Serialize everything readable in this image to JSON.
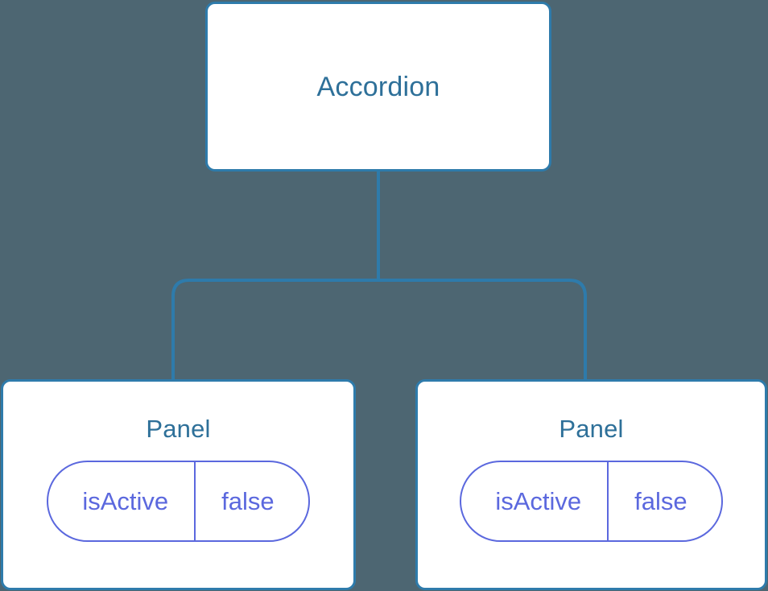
{
  "diagram": {
    "type": "component-tree",
    "background_color": "#4d6672",
    "node_fill_color": "#ffffff",
    "node_border_color": "#2e7bab",
    "node_title_color": "#2e7099",
    "state_pill_color": "#5b68de",
    "connector_color": "#2e7bab"
  },
  "root": {
    "label": "Accordion"
  },
  "children": [
    {
      "label": "Panel",
      "state": {
        "key": "isActive",
        "value": "false"
      }
    },
    {
      "label": "Panel",
      "state": {
        "key": "isActive",
        "value": "false"
      }
    }
  ]
}
